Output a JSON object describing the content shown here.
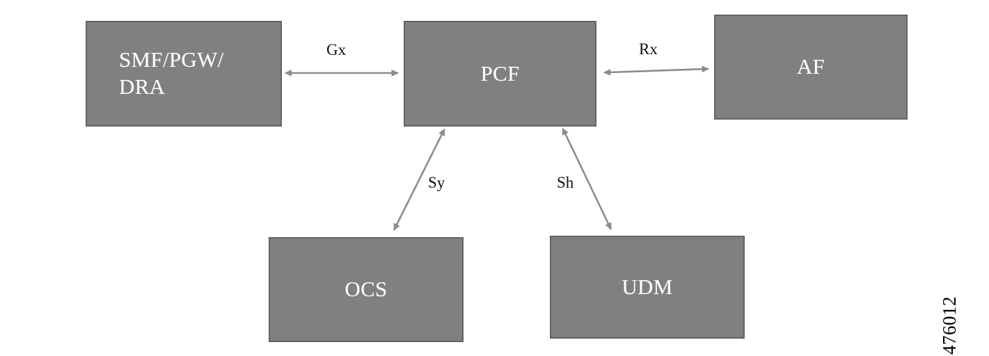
{
  "diagram": {
    "type": "network-architecture-block-diagram",
    "colors": {
      "node_fill": "#808080",
      "node_border": "#636363",
      "node_text": "#ffffff",
      "edge_line": "#8c8c8c",
      "edge_label_text": "#111111",
      "background": "#ffffff"
    },
    "nodes": [
      {
        "id": "smf",
        "label": "SMF/PGW/\nDRA",
        "align": "left"
      },
      {
        "id": "pcf",
        "label": "PCF",
        "align": "center"
      },
      {
        "id": "af",
        "label": "AF",
        "align": "center"
      },
      {
        "id": "ocs",
        "label": "OCS",
        "align": "center"
      },
      {
        "id": "udm",
        "label": "UDM",
        "align": "center"
      }
    ],
    "edges": [
      {
        "id": "gx",
        "label": "Gx",
        "from": "smf",
        "to": "pcf",
        "arrow": "double",
        "orientation": "horizontal"
      },
      {
        "id": "rx",
        "label": "Rx",
        "from": "pcf",
        "to": "af",
        "arrow": "double",
        "orientation": "horizontal"
      },
      {
        "id": "sy",
        "label": "Sy",
        "from": "pcf",
        "to": "ocs",
        "arrow": "double",
        "orientation": "diagonal"
      },
      {
        "id": "sh",
        "label": "Sh",
        "from": "pcf",
        "to": "udm",
        "arrow": "double",
        "orientation": "diagonal"
      }
    ]
  },
  "figure": {
    "id_number": "476012"
  }
}
